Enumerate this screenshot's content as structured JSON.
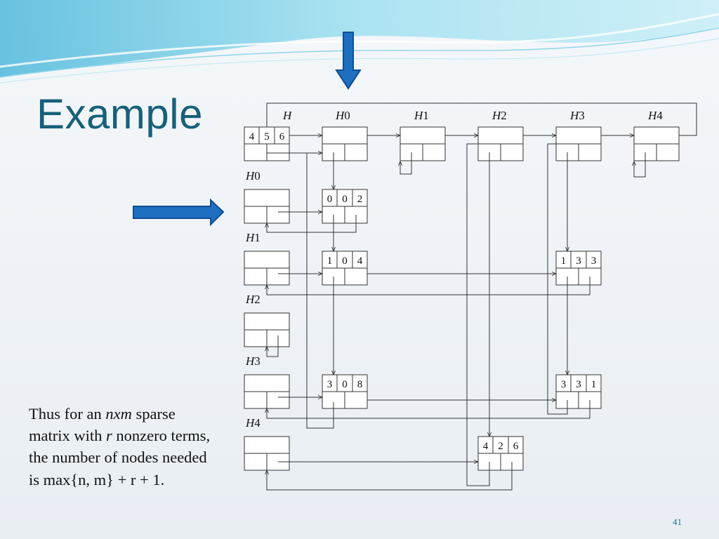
{
  "slide": {
    "title": "Example",
    "body_text": {
      "p1": "Thus for an ",
      "em1": "nxm",
      "p2": " sparse matrix with ",
      "em2": "r",
      "p3": " nonzero terms, the number of nodes needed is max{n, m} + r + 1."
    },
    "slide_number": "41",
    "colors": {
      "title": "#17607a",
      "arrow_fill": "#1f6fc0",
      "arrow_stroke": "#0f4f91",
      "wave": "#7fd3ea"
    }
  },
  "diagram": {
    "header_labels": [
      {
        "id": "H",
        "base": "H",
        "sub": ""
      },
      {
        "id": "H0",
        "base": "H",
        "sub": "0"
      },
      {
        "id": "H1",
        "base": "H",
        "sub": "1"
      },
      {
        "id": "H2",
        "base": "H",
        "sub": "2"
      },
      {
        "id": "H3",
        "base": "H",
        "sub": "3"
      },
      {
        "id": "H4",
        "base": "H",
        "sub": "4"
      }
    ],
    "row_labels": [
      {
        "id": "H0",
        "base": "H",
        "sub": "0"
      },
      {
        "id": "H1",
        "base": "H",
        "sub": "1"
      },
      {
        "id": "H2",
        "base": "H",
        "sub": "2"
      },
      {
        "id": "H3",
        "base": "H",
        "sub": "3"
      },
      {
        "id": "H4",
        "base": "H",
        "sub": "4"
      }
    ],
    "head_node_values": [
      "4",
      "5",
      "6"
    ],
    "element_nodes": [
      {
        "row": "0",
        "col": "0",
        "value": "2"
      },
      {
        "row": "1",
        "col": "0",
        "value": "4"
      },
      {
        "row": "1",
        "col": "3",
        "value": "3"
      },
      {
        "row": "3",
        "col": "0",
        "value": "8"
      },
      {
        "row": "3",
        "col": "3",
        "value": "1"
      },
      {
        "row": "4",
        "col": "2",
        "value": "6"
      }
    ]
  }
}
